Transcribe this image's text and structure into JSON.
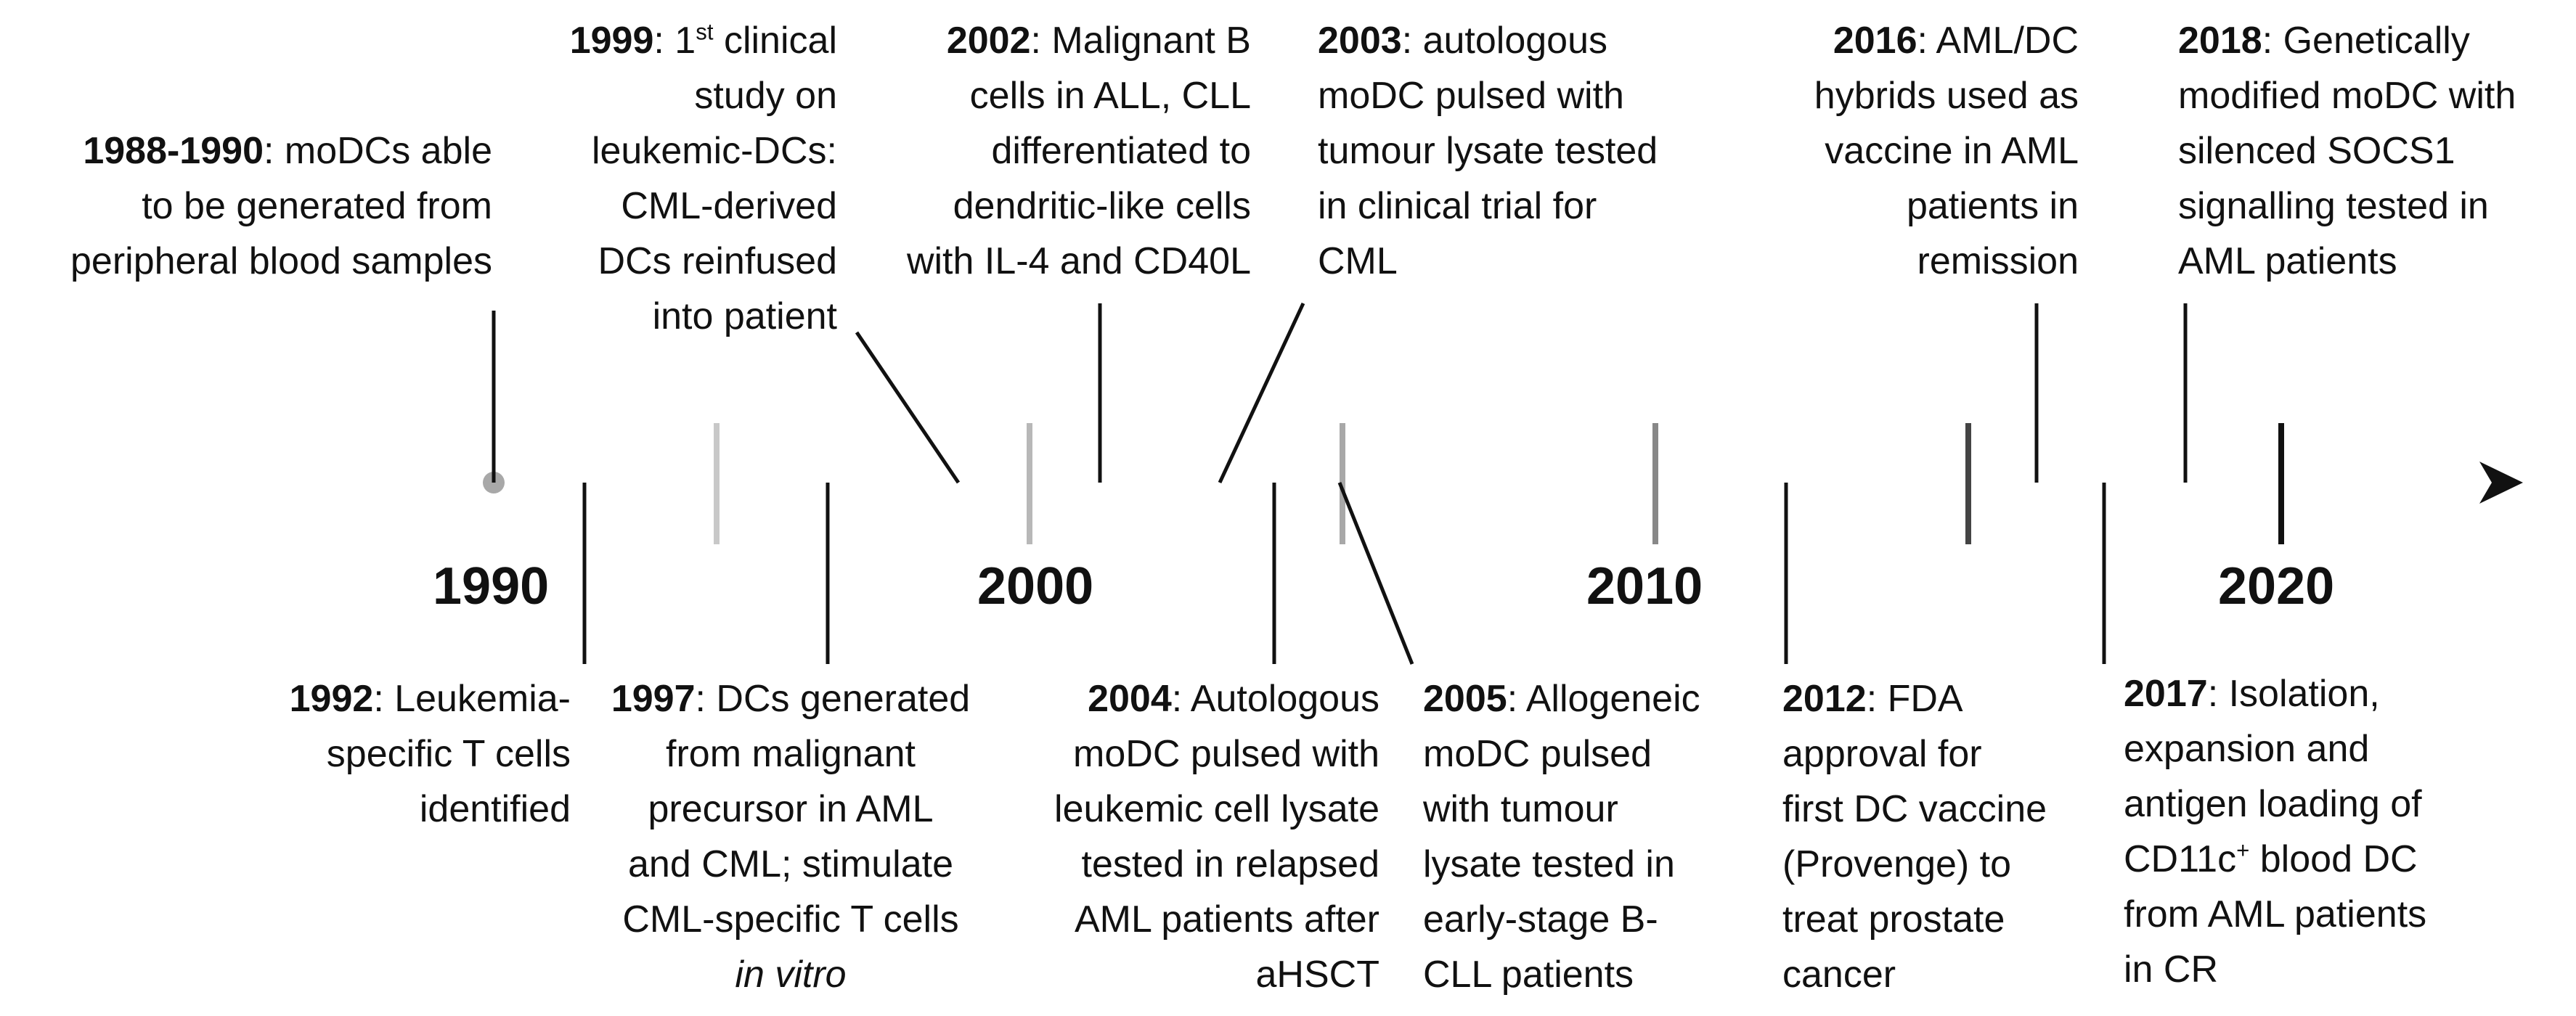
{
  "axis": {
    "decade_labels": [
      "1990",
      "2000",
      "2010",
      "2020"
    ]
  },
  "events": {
    "e1988": {
      "year": "1988-1990",
      "lines": [
        ": moDCs able",
        "to be generated from",
        "peripheral blood samples"
      ]
    },
    "e1999": {
      "year": "1999",
      "line1_prefix": ": 1",
      "line1_sup": "st",
      "line1_suffix": " clinical",
      "lines": [
        "study on",
        "leukemic-DCs:",
        "CML-derived",
        "DCs reinfused",
        "into patient"
      ]
    },
    "e2002": {
      "year": "2002",
      "lines": [
        ": Malignant B",
        "cells in ALL, CLL",
        "differentiated to",
        "dendritic-like cells",
        "with IL-4 and CD40L"
      ]
    },
    "e2003": {
      "year": "2003",
      "lines": [
        ": autologous",
        "moDC pulsed with",
        "tumour lysate tested",
        "in clinical trial for",
        "CML"
      ]
    },
    "e2016": {
      "year": "2016",
      "lines": [
        ": AML/DC",
        "hybrids used as",
        "vaccine in AML",
        "patients in",
        "remission"
      ]
    },
    "e2018": {
      "year": "2018",
      "lines": [
        ": Genetically",
        "modified moDC with",
        "silenced SOCS1",
        "signalling tested in",
        "AML patients"
      ]
    },
    "e1992": {
      "year": "1992",
      "lines": [
        ": Leukemia-",
        "specific T cells",
        "identified"
      ]
    },
    "e1997": {
      "year": "1997",
      "lines": [
        ": DCs generated",
        "from malignant",
        "precursor in AML",
        "and CML; stimulate",
        "CML-specific T cells",
        "in vitro"
      ]
    },
    "e2004": {
      "year": "2004",
      "lines": [
        ": Autologous",
        "moDC pulsed with",
        "leukemic cell lysate",
        "tested in relapsed",
        "AML patients after",
        "aHSCT"
      ]
    },
    "e2005": {
      "year": "2005",
      "lines": [
        ": Allogeneic",
        "moDC pulsed",
        "with tumour",
        "lysate tested in",
        "early-stage B-",
        "CLL patients"
      ]
    },
    "e2012": {
      "year": "2012",
      "lines": [
        ": FDA",
        "approval for",
        "first DC vaccine",
        "(Provenge) to",
        "treat prostate",
        "cancer"
      ]
    },
    "e2017": {
      "year": "2017",
      "lines": [
        ": Isolation,",
        "expansion and",
        "antigen loading of"
      ],
      "line4_prefix": "CD11c",
      "line4_sup": "+",
      "line4_suffix": " blood DC",
      "lines_tail": [
        "from AML patients",
        "in CR"
      ]
    }
  }
}
